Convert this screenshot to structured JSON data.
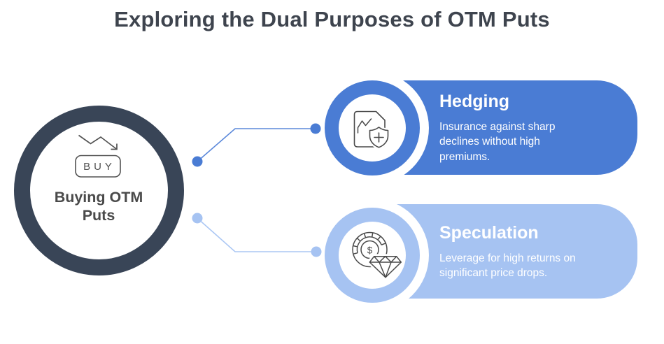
{
  "title": "Exploring the Dual Purposes of OTM Puts",
  "center": {
    "label_lines": [
      "Buying OTM",
      "Puts"
    ],
    "buy_label": "BUY",
    "icons": [
      "declining-trend-arrow-icon",
      "buy-tag-icon"
    ]
  },
  "cards": [
    {
      "id": "hedging",
      "title": "Hedging",
      "body_lines": [
        "Insurance against sharp",
        "declines without high",
        "premiums."
      ],
      "accent_color": "#4a7cd4",
      "icon": "chart-document-shield-plus-icon"
    },
    {
      "id": "speculation",
      "title": "Speculation",
      "body_lines": [
        "Leverage for high returns on",
        "significant price drops."
      ],
      "accent_color": "#a6c3f2",
      "icon": "casino-chip-diamond-icon"
    }
  ],
  "colors": {
    "background": "#ffffff",
    "title_text": "#3e444e",
    "center_ring": "#394557",
    "center_label_text": "#4a4a4a",
    "hedging_blue": "#4a7cd4",
    "speculation_blue": "#a6c3f2",
    "card_text": "#ffffff",
    "icon_stroke": "#4a4a4a"
  }
}
